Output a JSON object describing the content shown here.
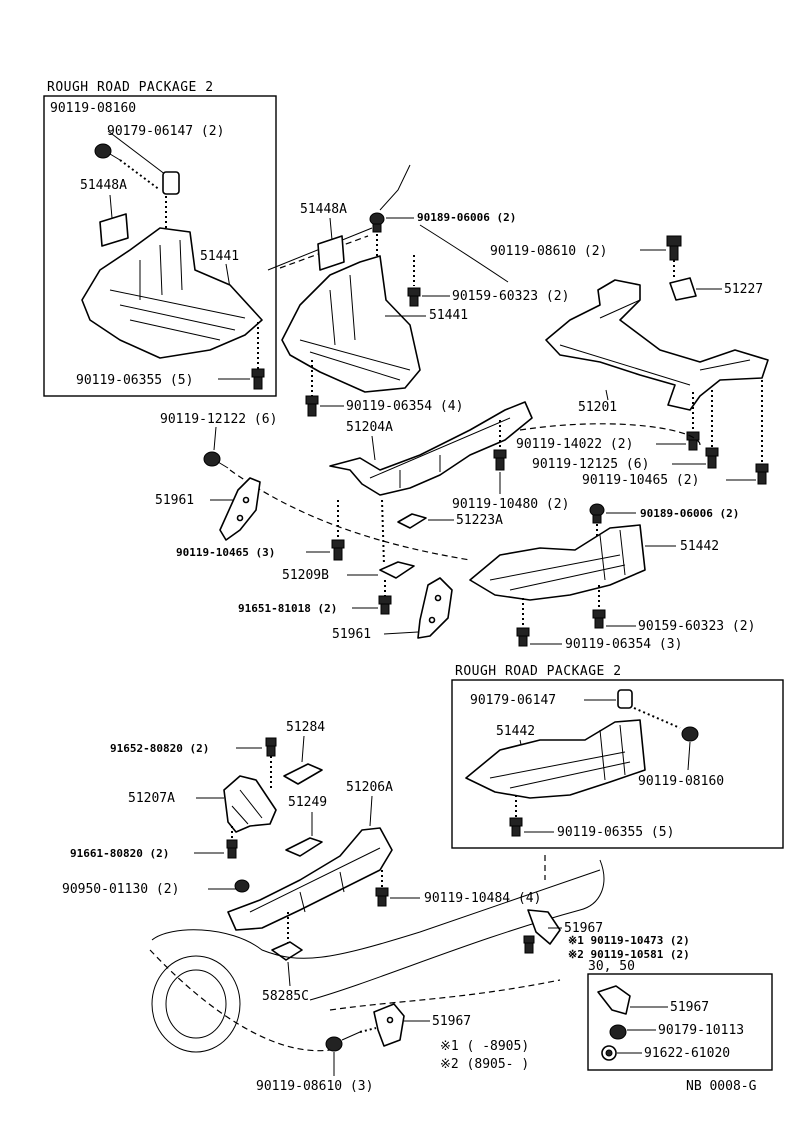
{
  "header_box1": {
    "title": "ROUGH ROAD PACKAGE 2"
  },
  "header_box2": {
    "title": "ROUGH ROAD PACKAGE 2"
  },
  "labels": {
    "p90119_08160_a": "90119-08160",
    "p90179_06147_2": "90179-06147 (2)",
    "p51448a_a": "51448A",
    "p51441_a": "51441",
    "p90119_06355_5_a": "90119-06355 (5)",
    "p51448a_b": "51448A",
    "p90189_06006_2_a": "90189-06006 (2)",
    "p90159_60323_2_a": "90159-60323 (2)",
    "p51441_b": "51441",
    "p90119_06354_4": "90119-06354 (4)",
    "p90119_08610_2": "90119-08610 (2)",
    "p51227": "51227",
    "p51201": "51201",
    "p90119_12122_6": "90119-12122 (6)",
    "p51204a": "51204A",
    "p90119_14022_2": "90119-14022 (2)",
    "p90119_12125_6": "90119-12125 (6)",
    "p90119_10465_2": "90119-10465 (2)",
    "p51961_a": "51961",
    "p90119_10480_2": "90119-10480 (2)",
    "p90189_06006_2_b": "90189-06006 (2)",
    "p51223a": "51223A",
    "p90119_10465_3": "90119-10465 (3)",
    "p51442_a": "51442",
    "p51209b": "51209B",
    "p91651_81018_2": "91651-81018 (2)",
    "p51961_b": "51961",
    "p90159_60323_2_b": "90159-60323 (2)",
    "p90119_06354_3": "90119-06354 (3)",
    "p90179_06147": "90179-06147",
    "p51442_b": "51442",
    "p90119_08160_b": "90119-08160",
    "p90119_06355_5_b": "90119-06355 (5)",
    "p51284": "51284",
    "p91652_80820_2": "91652-80820 (2)",
    "p51206a": "51206A",
    "p51207a": "51207A",
    "p51249": "51249",
    "p91661_80820_2": "91661-80820 (2)",
    "p90950_01130_2": "90950-01130 (2)",
    "p90119_10484_4": "90119-10484 (4)",
    "p51967_a": "51967",
    "p_note1_part": "※1 90119-10473 (2)",
    "p_note2_part": "※2 90119-10581 (2)",
    "p30_50": "30, 50",
    "p51967_b": "51967",
    "p90179_10113": "90179-10113",
    "p91622_61020": "91622-61020",
    "p58285c": "58285C",
    "p51967_c": "51967",
    "p90119_08610_3": "90119-08610 (3)"
  },
  "legend": {
    "note1": "※1 (       -8905)",
    "note2": "※2 (8905-       )"
  },
  "footer": {
    "code": "NB 0008-G"
  }
}
